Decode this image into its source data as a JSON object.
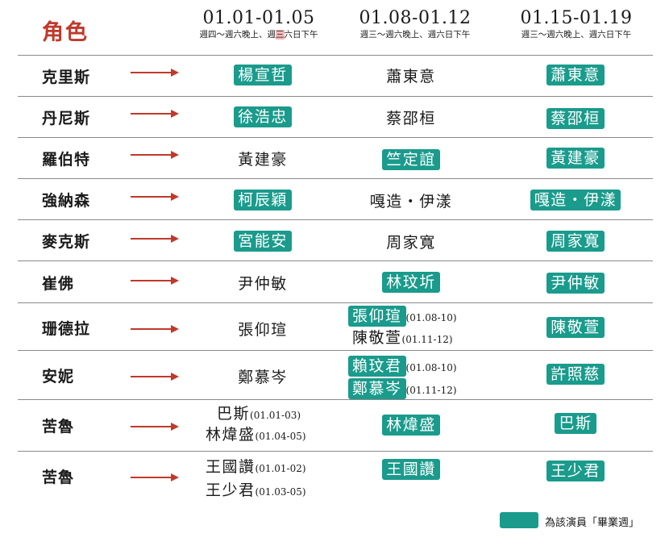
{
  "header": {
    "role_label": "角色",
    "columns": [
      {
        "date": "01.01-01.05",
        "sub_pre": "週四～週六晚上、週",
        "sub_hi": "三",
        "sub_post": "六日下午"
      },
      {
        "date": "01.08-01.12",
        "sub": "週三～週六晚上、週六日下午"
      },
      {
        "date": "01.15-01.19",
        "sub": "週三～週六晚上、週六日下午"
      }
    ]
  },
  "rows": [
    {
      "role": "克里斯",
      "c1": "楊宣哲",
      "c2": "蕭東意",
      "c3": "蕭東意"
    },
    {
      "role": "丹尼斯",
      "c1": "徐浩忠",
      "c2": "蔡邵桓",
      "c3": "蔡邵桓"
    },
    {
      "role": "羅伯特",
      "c1": "黃建豪",
      "c2": "竺定誼",
      "c3": "黃建豪"
    },
    {
      "role": "強納森",
      "c1": "柯辰穎",
      "c2": "嘎造‧伊漾",
      "c3": "嘎造‧伊漾"
    },
    {
      "role": "麥克斯",
      "c1": "宮能安",
      "c2": "周家寬",
      "c3": "周家寬"
    },
    {
      "role": "崔佛",
      "c1": "尹仲敏",
      "c2": "林玟圻",
      "c3": "尹仲敏"
    },
    {
      "role": "珊德拉",
      "c1": "張仰瑄",
      "c2a": "張仰瑄",
      "c2a_note": "(01.08-10)",
      "c2b": "陳敬萱",
      "c2b_note": "(01.11-12)",
      "c3": "陳敬萱"
    },
    {
      "role": "安妮",
      "c1": "鄭慕岑",
      "c2a": "賴玟君",
      "c2a_note": "(01.08-10)",
      "c2b": "鄭慕岑",
      "c2b_note": "(01.11-12)",
      "c3": "許照慈"
    },
    {
      "role": "苦魯",
      "c1a": "巴斯",
      "c1a_note": "(01.01-03)",
      "c1b": "林煒盛",
      "c1b_note": "(01.04-05)",
      "c2": "林煒盛",
      "c3": "巴斯"
    },
    {
      "role": "苦魯",
      "c1a": "王國讚",
      "c1a_note": "(01.01-02)",
      "c1b": "王少君",
      "c1b_note": "(01.03-05)",
      "c2": "王國讚",
      "c3": "王少君"
    }
  ],
  "legend": {
    "text": "為該演員「畢業週」",
    "color": "#1a9b8c"
  },
  "colors": {
    "accent": "#c0392b",
    "highlight": "#1a9b8c"
  }
}
